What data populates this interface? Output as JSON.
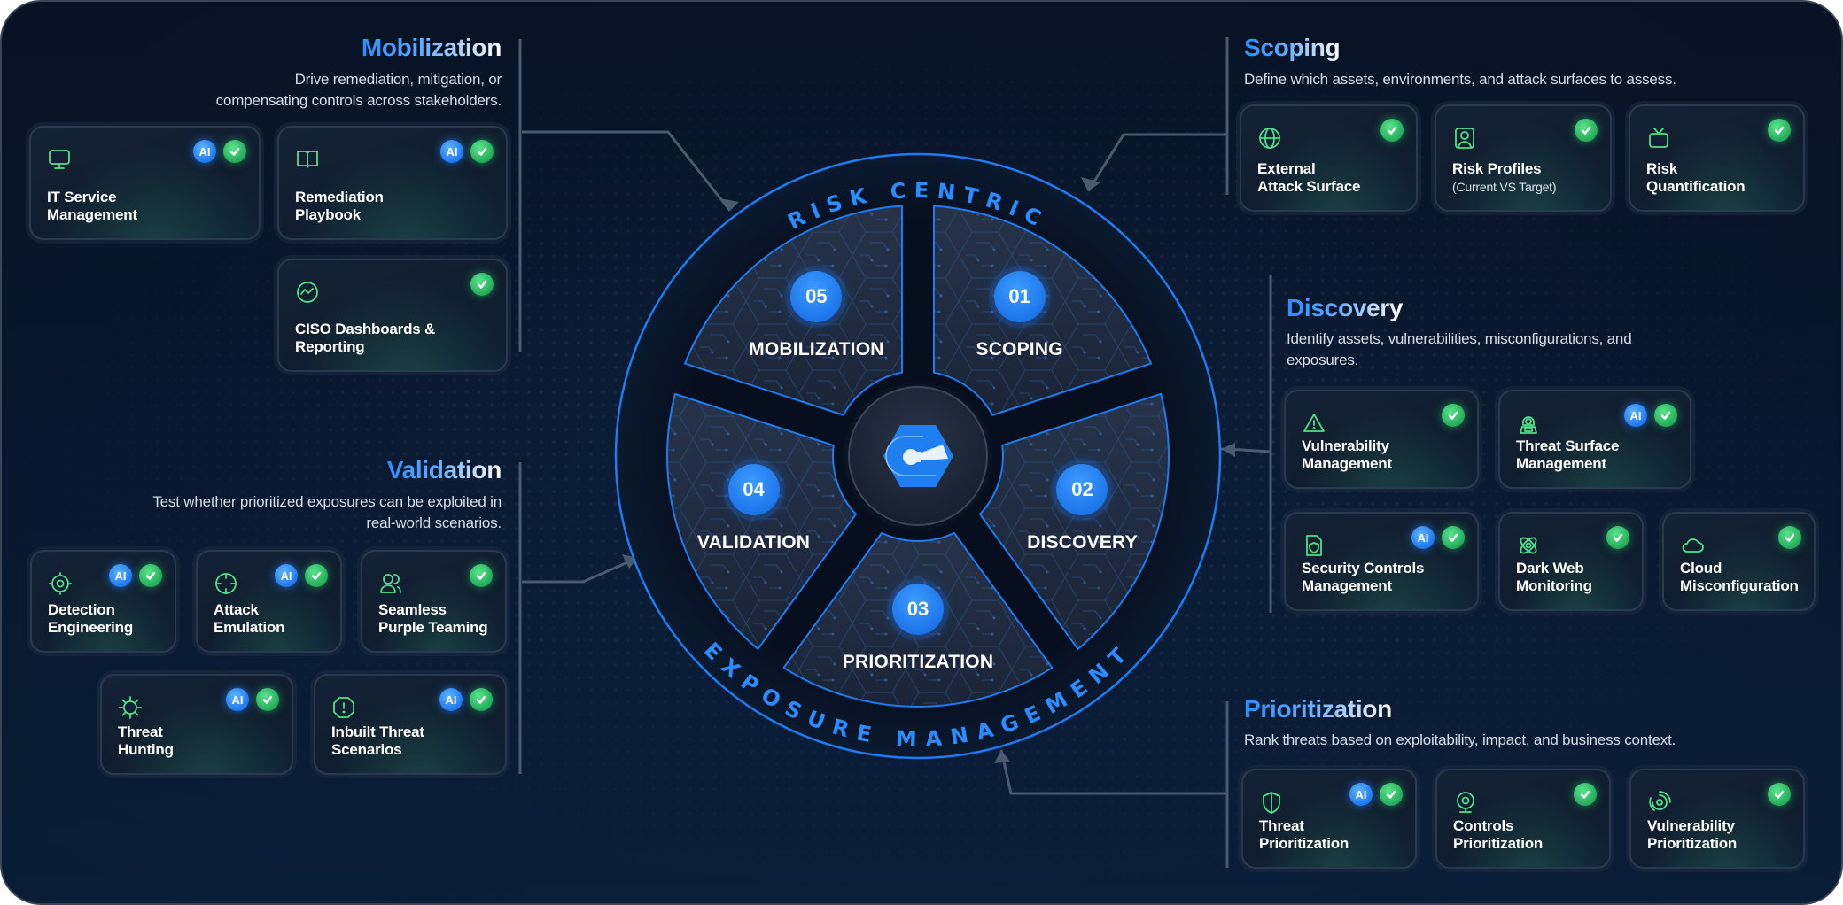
{
  "diagram": {
    "ring_top_text": "RISK CENTRIC",
    "ring_bottom_text": "EXPOSURE MANAGEMENT",
    "center_logo": "hexagon-logo-icon",
    "accent_color": "#1e7bf0",
    "check_color": "#22b15b",
    "icon_color": "#4fe08a",
    "stages": [
      {
        "number": "01",
        "label": "SCOPING"
      },
      {
        "number": "02",
        "label": "DISCOVERY"
      },
      {
        "number": "03",
        "label": "PRIORITIZATION"
      },
      {
        "number": "04",
        "label": "VALIDATION"
      },
      {
        "number": "05",
        "label": "MOBILIZATION"
      }
    ]
  },
  "sections": {
    "mobilization": {
      "title": "Mobilization",
      "description_lines": [
        "Drive remediation, mitigation, or",
        "compensating controls across stakeholders."
      ],
      "cards": [
        {
          "title": "IT Service",
          "title2": "Management",
          "icon": "monitor-icon",
          "ai": true,
          "check": true
        },
        {
          "title": "Remediation",
          "title2": "Playbook",
          "icon": "book-open-icon",
          "ai": true,
          "check": true
        },
        {
          "title": "CISO Dashboards &",
          "title2": "Reporting",
          "icon": "activity-chart-icon",
          "ai": false,
          "check": true
        }
      ]
    },
    "scoping": {
      "title": "Scoping",
      "description_lines": [
        "Define which assets, environments, and attack surfaces to assess."
      ],
      "cards": [
        {
          "title": "External",
          "title2": "Attack Surface",
          "icon": "globe-icon",
          "ai": false,
          "check": true
        },
        {
          "title": "Risk Profiles",
          "subtitle": "(Current VS Target)",
          "icon": "user-profile-icon",
          "ai": false,
          "check": true
        },
        {
          "title": "Risk",
          "title2": "Quantification",
          "icon": "tv-icon",
          "ai": false,
          "check": true
        }
      ]
    },
    "discovery": {
      "title": "Discovery",
      "description_lines": [
        "Identify assets, vulnerabilities, misconfigurations, and",
        "exposures."
      ],
      "cards": [
        {
          "title": "Vulnerability",
          "title2": "Management",
          "icon": "warning-triangle-icon",
          "ai": false,
          "check": true
        },
        {
          "title": "Threat Surface",
          "title2": "Management",
          "icon": "hacker-icon",
          "ai": true,
          "check": true
        },
        {
          "title": "Security Controls",
          "title2": "Management",
          "icon": "shield-file-icon",
          "ai": true,
          "check": true
        },
        {
          "title": "Dark Web",
          "title2": "Monitoring",
          "icon": "atom-icon",
          "ai": false,
          "check": true
        },
        {
          "title": "Cloud",
          "title2": "Misconfiguration",
          "icon": "cloud-icon",
          "ai": false,
          "check": true
        }
      ]
    },
    "prioritization": {
      "title": "Prioritization",
      "description_lines": [
        "Rank threats based on exploitability, impact, and business context."
      ],
      "cards": [
        {
          "title": "Threat",
          "title2": "Prioritization",
          "icon": "shield-icon",
          "ai": true,
          "check": true
        },
        {
          "title": "Controls",
          "title2": "Prioritization",
          "icon": "webcam-icon",
          "ai": false,
          "check": true
        },
        {
          "title": "Vulnerability",
          "title2": "Prioritization",
          "icon": "radar-icon",
          "ai": false,
          "check": true
        }
      ]
    },
    "validation": {
      "title": "Validation",
      "description_lines": [
        "Test whether prioritized exposures can be exploited in",
        "real-world scenarios."
      ],
      "cards": [
        {
          "title": "Detection",
          "title2": "Engineering",
          "icon": "target-icon",
          "ai": true,
          "check": true
        },
        {
          "title": "Attack",
          "title2": "Emulation",
          "icon": "crosshair-icon",
          "ai": true,
          "check": true
        },
        {
          "title": "Seamless",
          "title2": "Purple Teaming",
          "icon": "users-icon",
          "ai": false,
          "check": true
        },
        {
          "title": "Threat",
          "title2": "Hunting",
          "icon": "virus-icon",
          "ai": true,
          "check": true
        },
        {
          "title": "Inbuilt Threat",
          "title2": "Scenarios",
          "icon": "alert-octagon-icon",
          "ai": true,
          "check": true
        }
      ]
    }
  },
  "badge_labels": {
    "ai": "AI"
  }
}
